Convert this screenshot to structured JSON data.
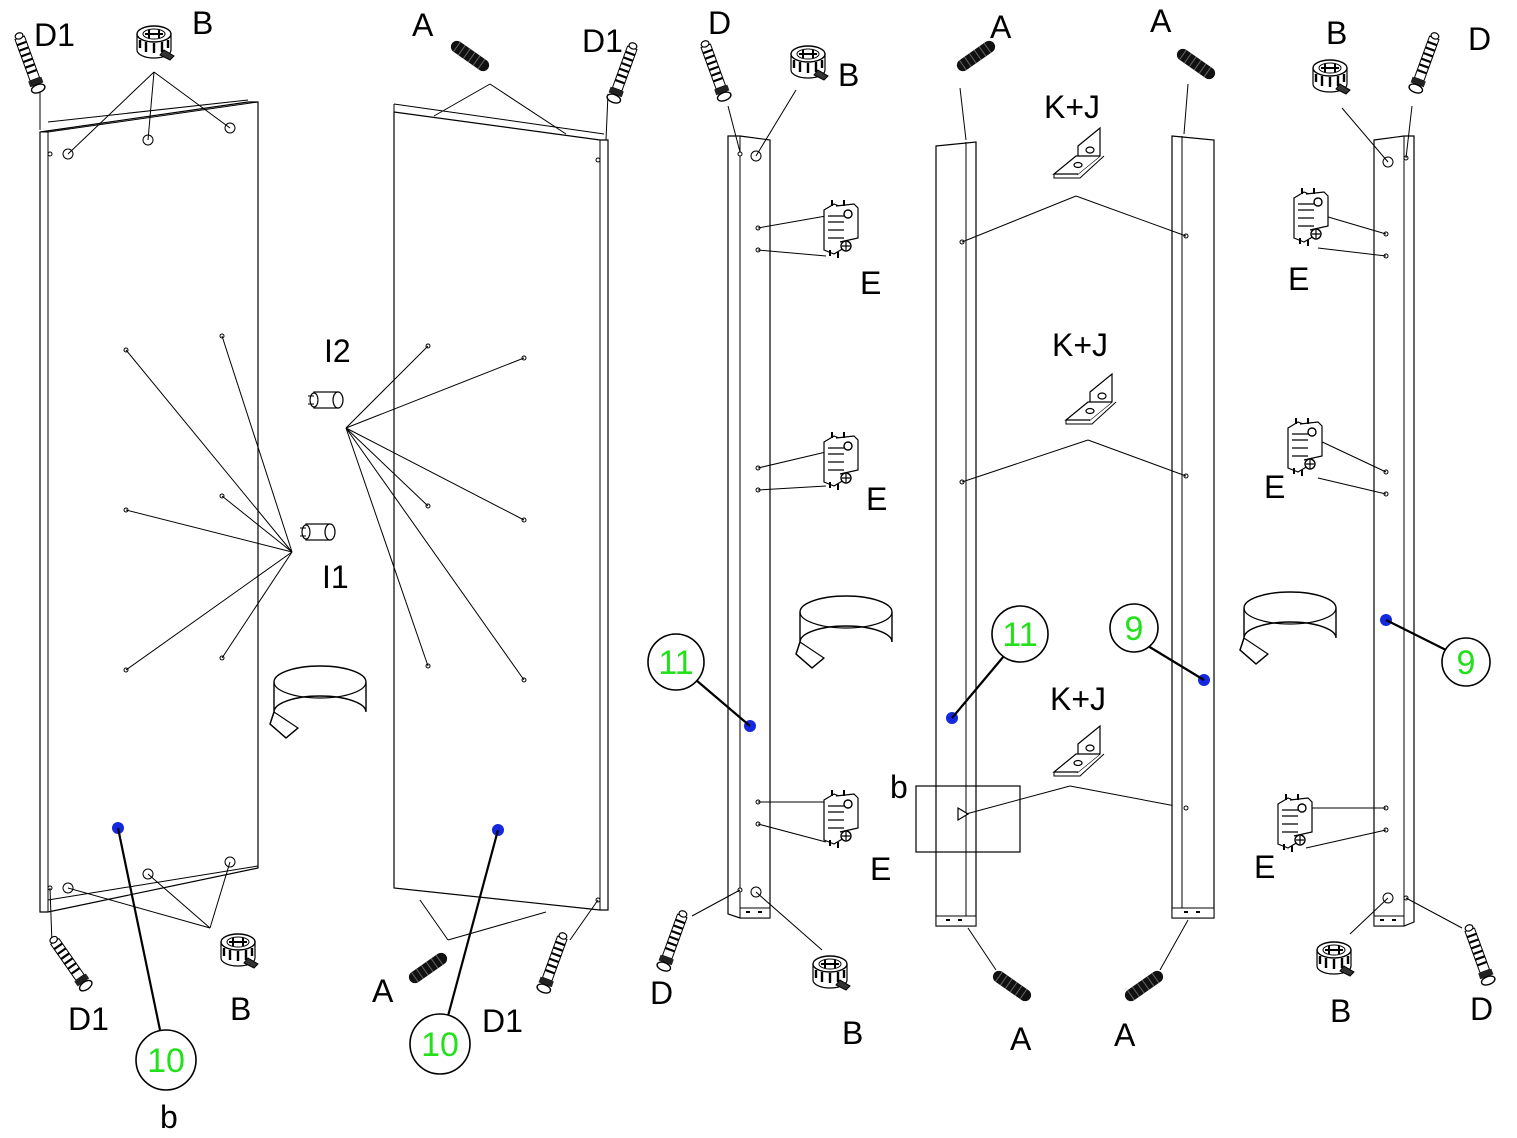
{
  "labels": {
    "p1_d1_top": "D1",
    "p1_b_top": "B",
    "p1_d1_bot": "D1",
    "p1_b_bot": "B",
    "p2_a_top": "A",
    "p2_d1_top": "D1",
    "p2_a_bot": "A",
    "p2_d1_bot": "D1",
    "i2": "I2",
    "i1": "I1",
    "p3_d_top": "D",
    "p3_b_top": "B",
    "p3_e1": "E",
    "p3_e2": "E",
    "p3_e3": "E",
    "p3_d_bot": "D",
    "p3_b_bot": "B",
    "p4_a_top": "A",
    "p4_a_bot": "A",
    "p5_a_top": "A",
    "p5_a_bot": "A",
    "kj1": "K+J",
    "kj2": "K+J",
    "kj3": "K+J",
    "detail_b": "b",
    "p6_b_top": "B",
    "p6_d_top": "D",
    "p6_e1": "E",
    "p6_e2": "E",
    "p6_e3": "E",
    "p6_b_bot": "B",
    "p6_d_bot": "D",
    "note_b": "b"
  },
  "callouts": {
    "c10a": "10",
    "c10b": "10",
    "c11a": "11",
    "c11b": "11",
    "c9a": "9",
    "c9b": "9"
  },
  "colors": {
    "marker": "#1428e0",
    "number": "#22e01a",
    "line": "#000000"
  },
  "icons": [
    "cam-lock-icon",
    "dowel-icon",
    "connector-bolt-icon",
    "hinge-plate-icon",
    "angle-bracket-icon",
    "rotate-arrow-icon",
    "shelf-pin-icon"
  ]
}
